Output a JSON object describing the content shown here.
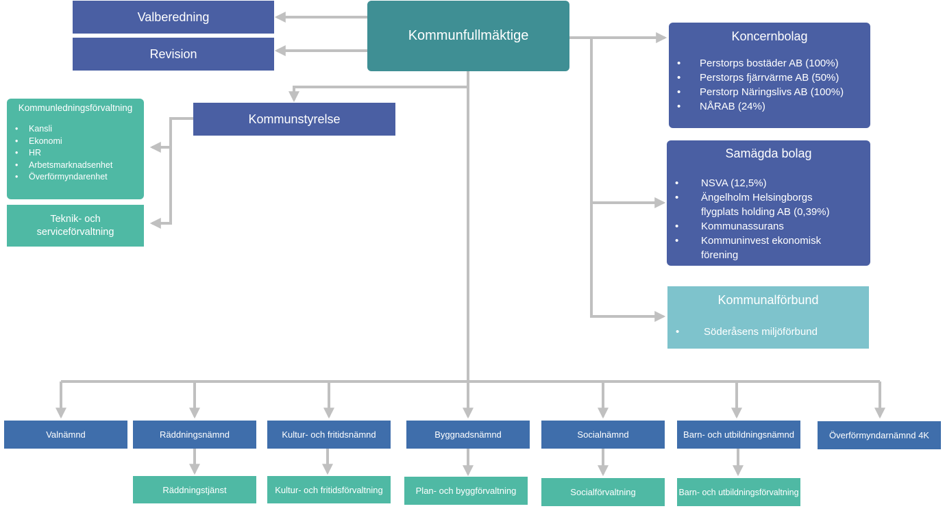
{
  "kommunfullmaktige": "Kommunfullmäktige",
  "valberedning": "Valberedning",
  "revision": "Revision",
  "kommunstyrelse": "Kommunstyrelse",
  "kommunledning": {
    "title": "Kommunledningsförvaltning",
    "items": [
      "Kansli",
      "Ekonomi",
      "HR",
      "Arbetsmarknadsenhet",
      "Överförmyndarenhet"
    ]
  },
  "teknik": "Teknik- och serviceförvaltning",
  "koncernbolag": {
    "title": "Koncernbolag",
    "items": [
      "Perstorps bostäder AB (100%)",
      "Perstorps fjärrvärme AB (50%)",
      "Perstorp Näringslivs AB (100%)",
      "NÅRAB (24%)"
    ]
  },
  "samagda": {
    "title": "Samägda bolag",
    "items": [
      "NSVA (12,5%)",
      "Ängelholm Helsingborgs flygplats holding AB (0,39%)",
      "Kommunassurans",
      "Kommuninvest ekonomisk förening"
    ]
  },
  "kommunalforbund": {
    "title": "Kommunalförbund",
    "items": [
      "Söderåsens miljöförbund"
    ]
  },
  "namnder": [
    "Valnämnd",
    "Räddningsnämnd",
    "Kultur- och fritidsnämnd",
    "Byggnadsnämnd",
    "Socialnämnd",
    "Barn- och utbildningsnämnd",
    "Överförmyndarnämnd 4K"
  ],
  "forvaltningar": [
    "Räddningstjänst",
    "Kultur- och fritidsförvaltning",
    "Plan- och byggförvaltning",
    "Socialförvaltning",
    "Barn- och utbildningsförvaltning"
  ],
  "colors": {
    "dark_blue": "#4a5fa3",
    "teal": "#3f8f94",
    "green": "#4fb9a4",
    "light_teal": "#7ec3cc",
    "blue": "#3f6eab",
    "connector": "#c0c0c0"
  }
}
